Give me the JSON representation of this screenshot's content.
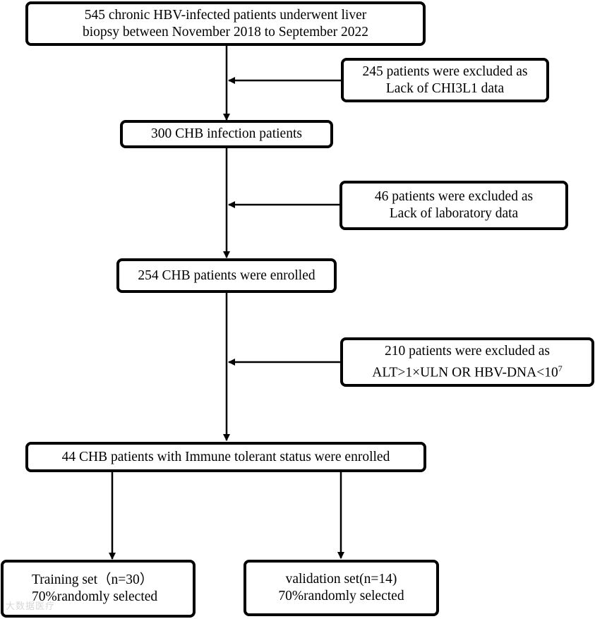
{
  "boxes": {
    "initial": {
      "line1": "545 chronic HBV-infected patients underwent liver",
      "line2": "biopsy between November 2018 to September 2022"
    },
    "exclusion1": {
      "line1": "245 patients were excluded as",
      "line2": "Lack of CHI3L1 data"
    },
    "step2": {
      "line1": "300 CHB infection patients"
    },
    "exclusion2": {
      "line1": "46 patients were excluded as",
      "line2": "Lack of laboratory data"
    },
    "step3": {
      "line1": "254 CHB patients were enrolled"
    },
    "exclusion3": {
      "line1": "210 patients were excluded as",
      "line2_main": "ALT>1×ULN OR HBV-DNA<10",
      "line2_sup": "7"
    },
    "step4": {
      "line1": "44 CHB patients with Immune tolerant status were enrolled"
    },
    "training": {
      "line1": "Training set（n=30）",
      "line2": "70%randomly selected"
    },
    "validation": {
      "line1": "validation set(n=14)",
      "line2": "70%randomly selected"
    }
  },
  "watermark": "大数据医疗",
  "colors": {
    "stroke": "#000000",
    "background": "#ffffff",
    "watermark": "#d8d8d8"
  }
}
